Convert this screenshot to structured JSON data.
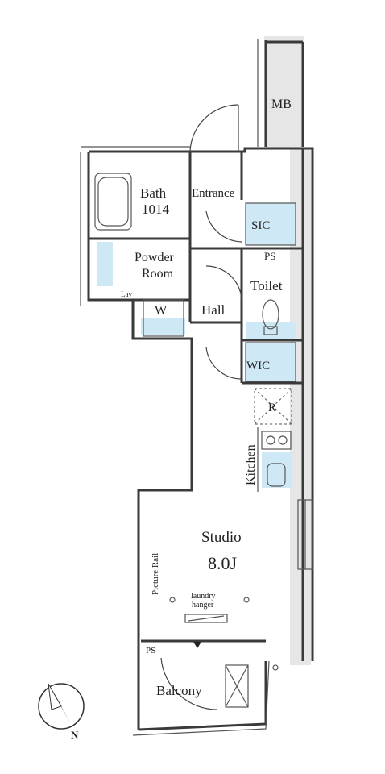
{
  "rooms": {
    "mb": "MB",
    "bath": "Bath",
    "bath_size": "1014",
    "entrance": "Entrance",
    "sic": "SIC",
    "ps_top": "PS",
    "powder": "Powder",
    "powder2": "Room",
    "toilet": "Toilet",
    "lav": "Lav",
    "washer": "W",
    "hall": "Hall",
    "wic": "WIC",
    "fridge": "R",
    "kitchen": "Kitchen",
    "studio": "Studio",
    "studio_size": "8.0J",
    "picture_rail": "Picture Rail",
    "laundry1": "laundry",
    "laundry2": "hanger",
    "ps_bottom": "PS",
    "balcony": "Balcony"
  },
  "compass": {
    "north": "N"
  },
  "colors": {
    "wall": "#3a3a3a",
    "wet_area": "#cfe8f5",
    "shaft": "#e6e6e6"
  }
}
